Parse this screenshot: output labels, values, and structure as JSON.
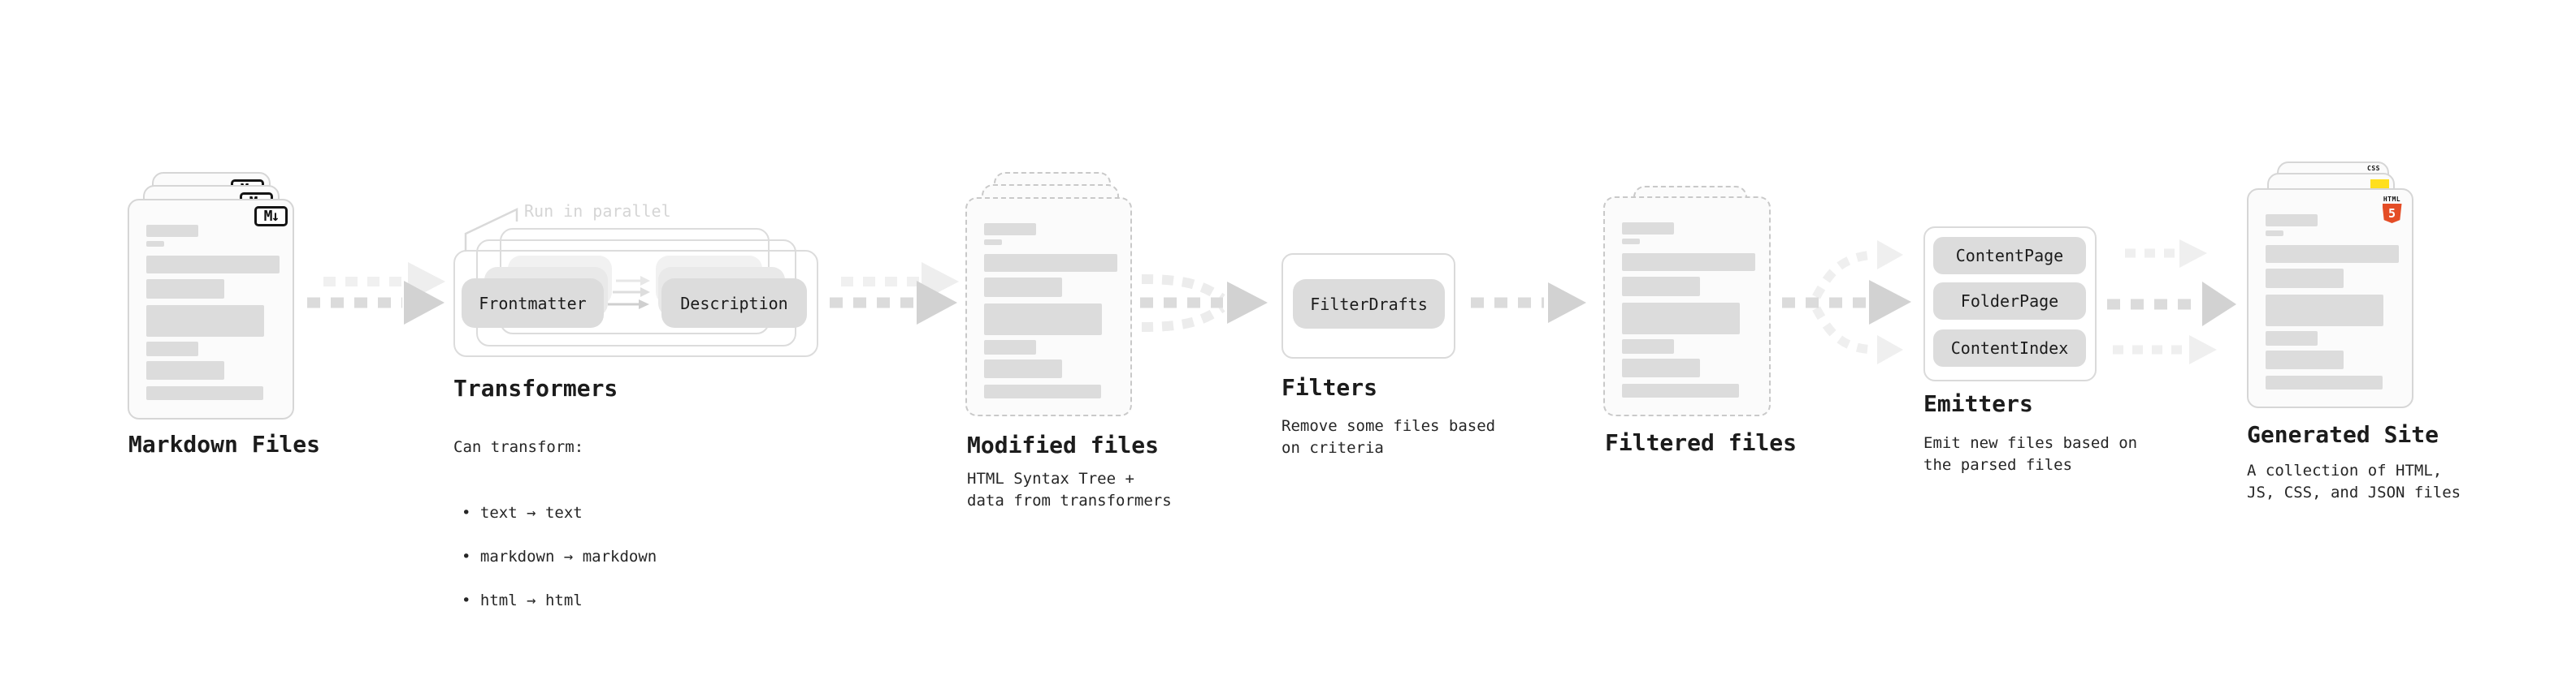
{
  "diagram": {
    "stages": {
      "markdown_files": {
        "title": "Markdown Files",
        "badge": "M↓"
      },
      "transformers": {
        "title": "Transformers",
        "parallel_label": "Run in parallel",
        "pills": [
          "Frontmatter",
          "Description"
        ],
        "note": "Can transform:",
        "bullets": [
          "• text → text",
          "• markdown → markdown",
          "• html → html"
        ]
      },
      "modified_files": {
        "title": "Modified files",
        "subtitle": "HTML Syntax Tree +\ndata from transformers"
      },
      "filters": {
        "title": "Filters",
        "pills": [
          "FilterDrafts"
        ],
        "subtitle": "Remove some files based\non criteria"
      },
      "filtered_files": {
        "title": "Filtered files"
      },
      "emitters": {
        "title": "Emitters",
        "pills": [
          "ContentPage",
          "FolderPage",
          "ContentIndex"
        ],
        "subtitle": "Emit new files based on\nthe parsed files"
      },
      "generated_site": {
        "title": "Generated Site",
        "subtitle": "A collection of HTML,\nJS, CSS, and JSON files",
        "badges": {
          "css": "CSS",
          "html_label": "HTML",
          "html_number": "5"
        }
      }
    },
    "colors": {
      "accent_js": "#ffdf1e",
      "accent_css": "#2760e6",
      "accent_html": "#e44d26",
      "arrow": "#dbdbdb",
      "text": "#1c1c1c"
    }
  }
}
